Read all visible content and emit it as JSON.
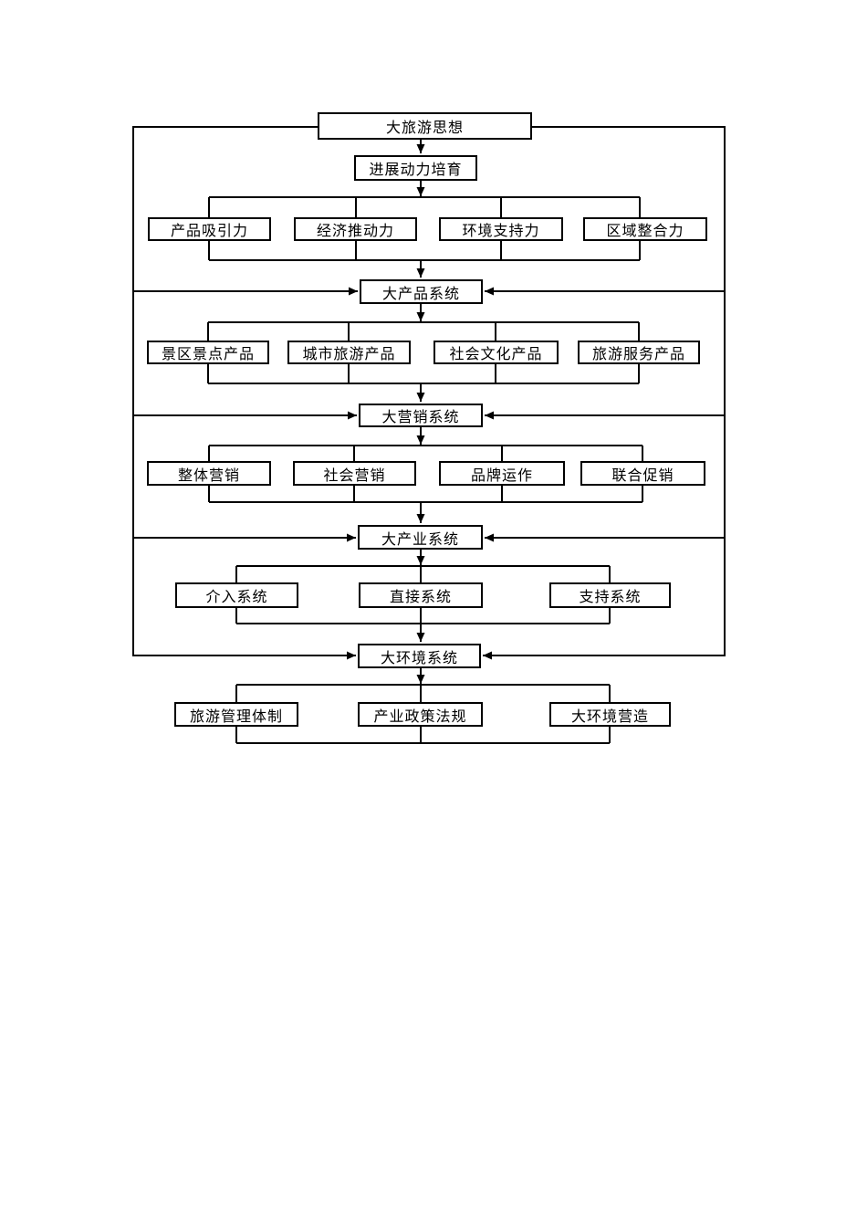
{
  "diagram": {
    "title": "大旅游思想",
    "colors": {
      "line": "#000000",
      "box_border": "#000000",
      "box_fill": "#ffffff",
      "text": "#000000",
      "page_background": "#ffffff"
    },
    "levels": {
      "root": "大旅游思想",
      "dynamics": {
        "title": "进展动力培育",
        "items": [
          "产品吸引力",
          "经济推动力",
          "环境支持力",
          "区域整合力"
        ]
      },
      "product": {
        "title": "大产品系统",
        "items": [
          "景区景点产品",
          "城市旅游产品",
          "社会文化产品",
          "旅游服务产品"
        ]
      },
      "marketing": {
        "title": "大营销系统",
        "items": [
          "整体营销",
          "社会营销",
          "品牌运作",
          "联合促销"
        ]
      },
      "industry": {
        "title": "大产业系统",
        "items": [
          "介入系统",
          "直接系统",
          "支持系统"
        ]
      },
      "environment": {
        "title": "大环境系统",
        "items": [
          "旅游管理体制",
          "产业政策法规",
          "大环境营造"
        ]
      }
    }
  }
}
